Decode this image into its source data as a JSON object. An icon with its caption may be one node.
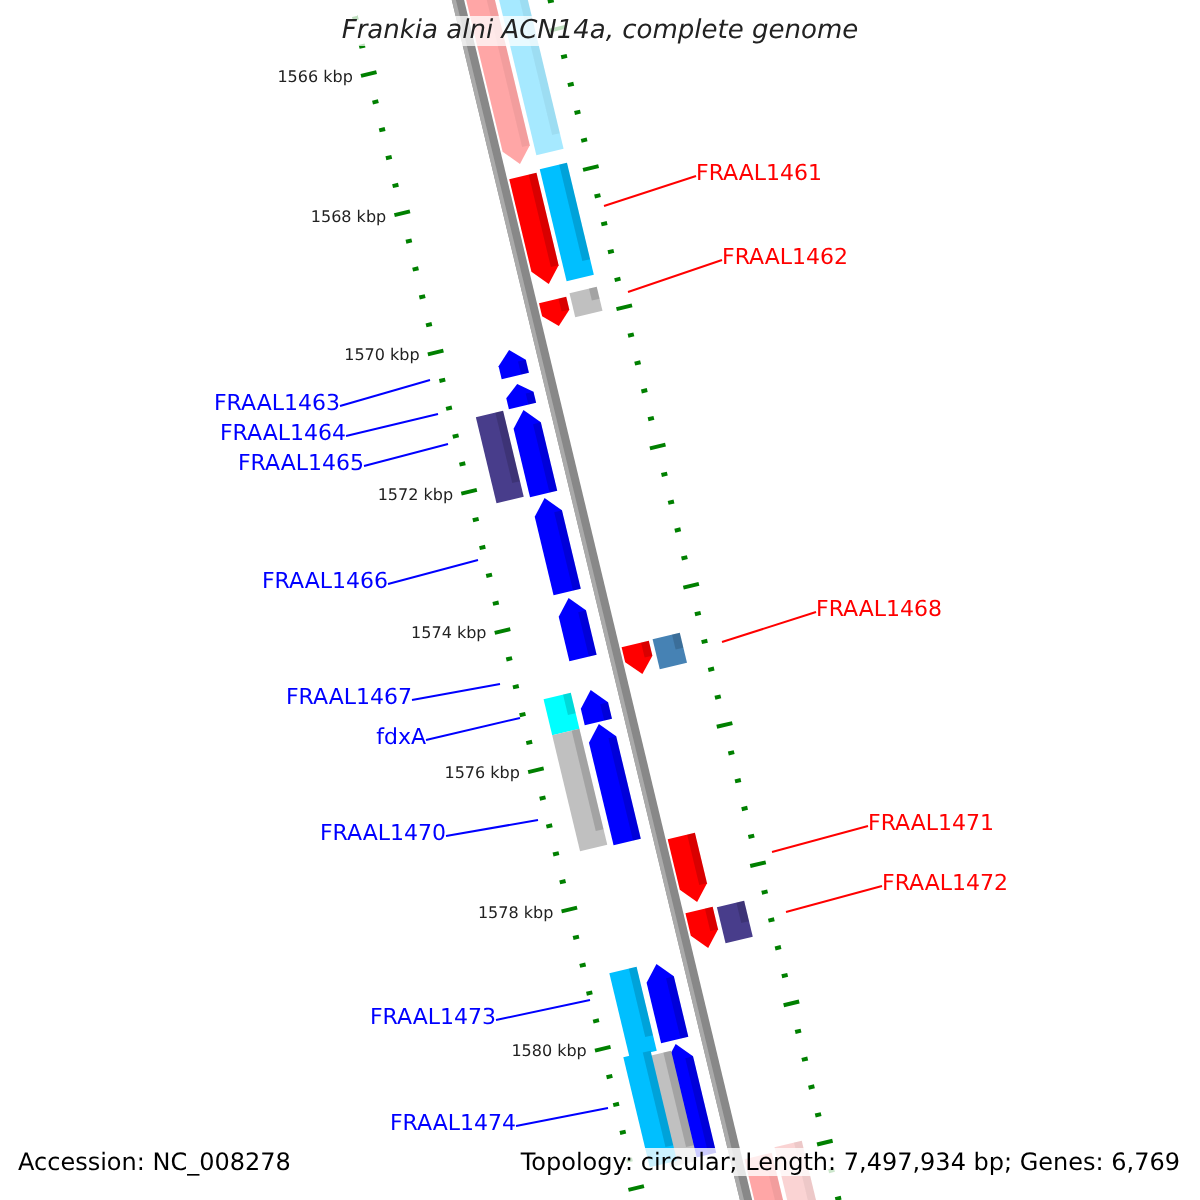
{
  "diagram": {
    "title": "Frankia alni ACN14a, complete genome",
    "nodes": [
      {
        "text": [
          "FRAAL1461"
        ]
      },
      {
        "text": [
          "FRAAL1462"
        ]
      },
      {
        "text": [
          "FRAAL1463"
        ]
      },
      {
        "text": [
          "FRAAL1464"
        ]
      },
      {
        "text": [
          "FRAAL1465"
        ]
      },
      {
        "text": [
          "FRAAL1466"
        ]
      },
      {
        "text": [
          "FRAAL1467"
        ]
      },
      {
        "text": [
          "FRAAL1468"
        ]
      },
      {
        "text": [
          "fdxA"
        ]
      },
      {
        "text": [
          "FRAAL1470"
        ]
      },
      {
        "text": [
          "FRAAL1471"
        ]
      },
      {
        "text": [
          "FRAAL1472"
        ]
      },
      {
        "text": [
          "FRAAL1473"
        ]
      },
      {
        "text": [
          "FRAAL1474"
        ]
      }
    ],
    "edges": [
      {
        "from": 0,
        "to": null,
        "arrow": "none",
        "color": "#ff0000"
      },
      {
        "from": 1,
        "to": null,
        "arrow": "none",
        "color": "#ff0000"
      },
      {
        "from": 2,
        "to": null,
        "arrow": "none"
      },
      {
        "from": 3,
        "to": null,
        "arrow": "none"
      },
      {
        "from": 4,
        "to": null,
        "arrow": "none"
      },
      {
        "from": 5,
        "to": null,
        "arrow": "none"
      },
      {
        "from": 6,
        "to": null,
        "arrow": "none"
      },
      {
        "from": 7,
        "to": null,
        "arrow": "none",
        "color": "#ff0000"
      },
      {
        "from": 8,
        "to": null,
        "arrow": "none"
      },
      {
        "from": 9,
        "to": null,
        "arrow": "none"
      },
      {
        "from": 10,
        "to": null,
        "arrow": "none",
        "color": "#ff0000"
      },
      {
        "from": 11,
        "to": null,
        "arrow": "none",
        "color": "#ff0000"
      },
      {
        "from": 12,
        "to": null,
        "arrow": "none"
      },
      {
        "from": 13,
        "to": null,
        "arrow": "none"
      }
    ],
    "labels": [
      "1566 kbp",
      "1568 kbp",
      "1570 kbp",
      "1572 kbp",
      "1574 kbp",
      "1576 kbp",
      "1578 kbp",
      "1580 kbp",
      "Accession: NC_008278",
      "Topology: circular; Length: 7,497,934 bp; Genes: 6,769"
    ]
  }
}
